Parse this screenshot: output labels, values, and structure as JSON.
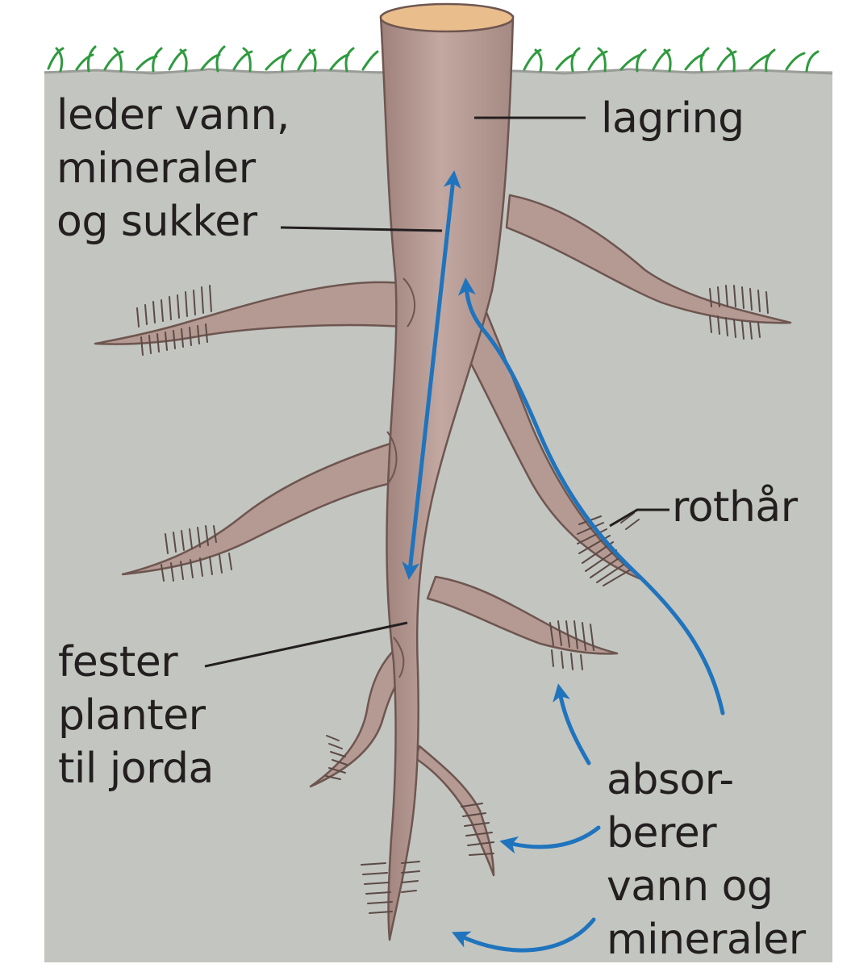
{
  "labels": {
    "function_transport": [
      "leder vann,",
      "mineraler",
      "og sukker"
    ],
    "function_storage": "lagring",
    "root_hairs": "rothår",
    "function_anchoring": [
      "fester",
      "planter",
      "til jorda"
    ],
    "function_absorption": [
      "absor-",
      "berer",
      "vann og",
      "mineraler"
    ]
  },
  "colors": {
    "soil": "#c3c5c0",
    "root": "#b59a93",
    "root_edge": "#6e5650",
    "cut_surface": "#e9be8c",
    "arrow": "#1f74bd",
    "grass": "#2e9a3e",
    "text": "#231f20"
  }
}
